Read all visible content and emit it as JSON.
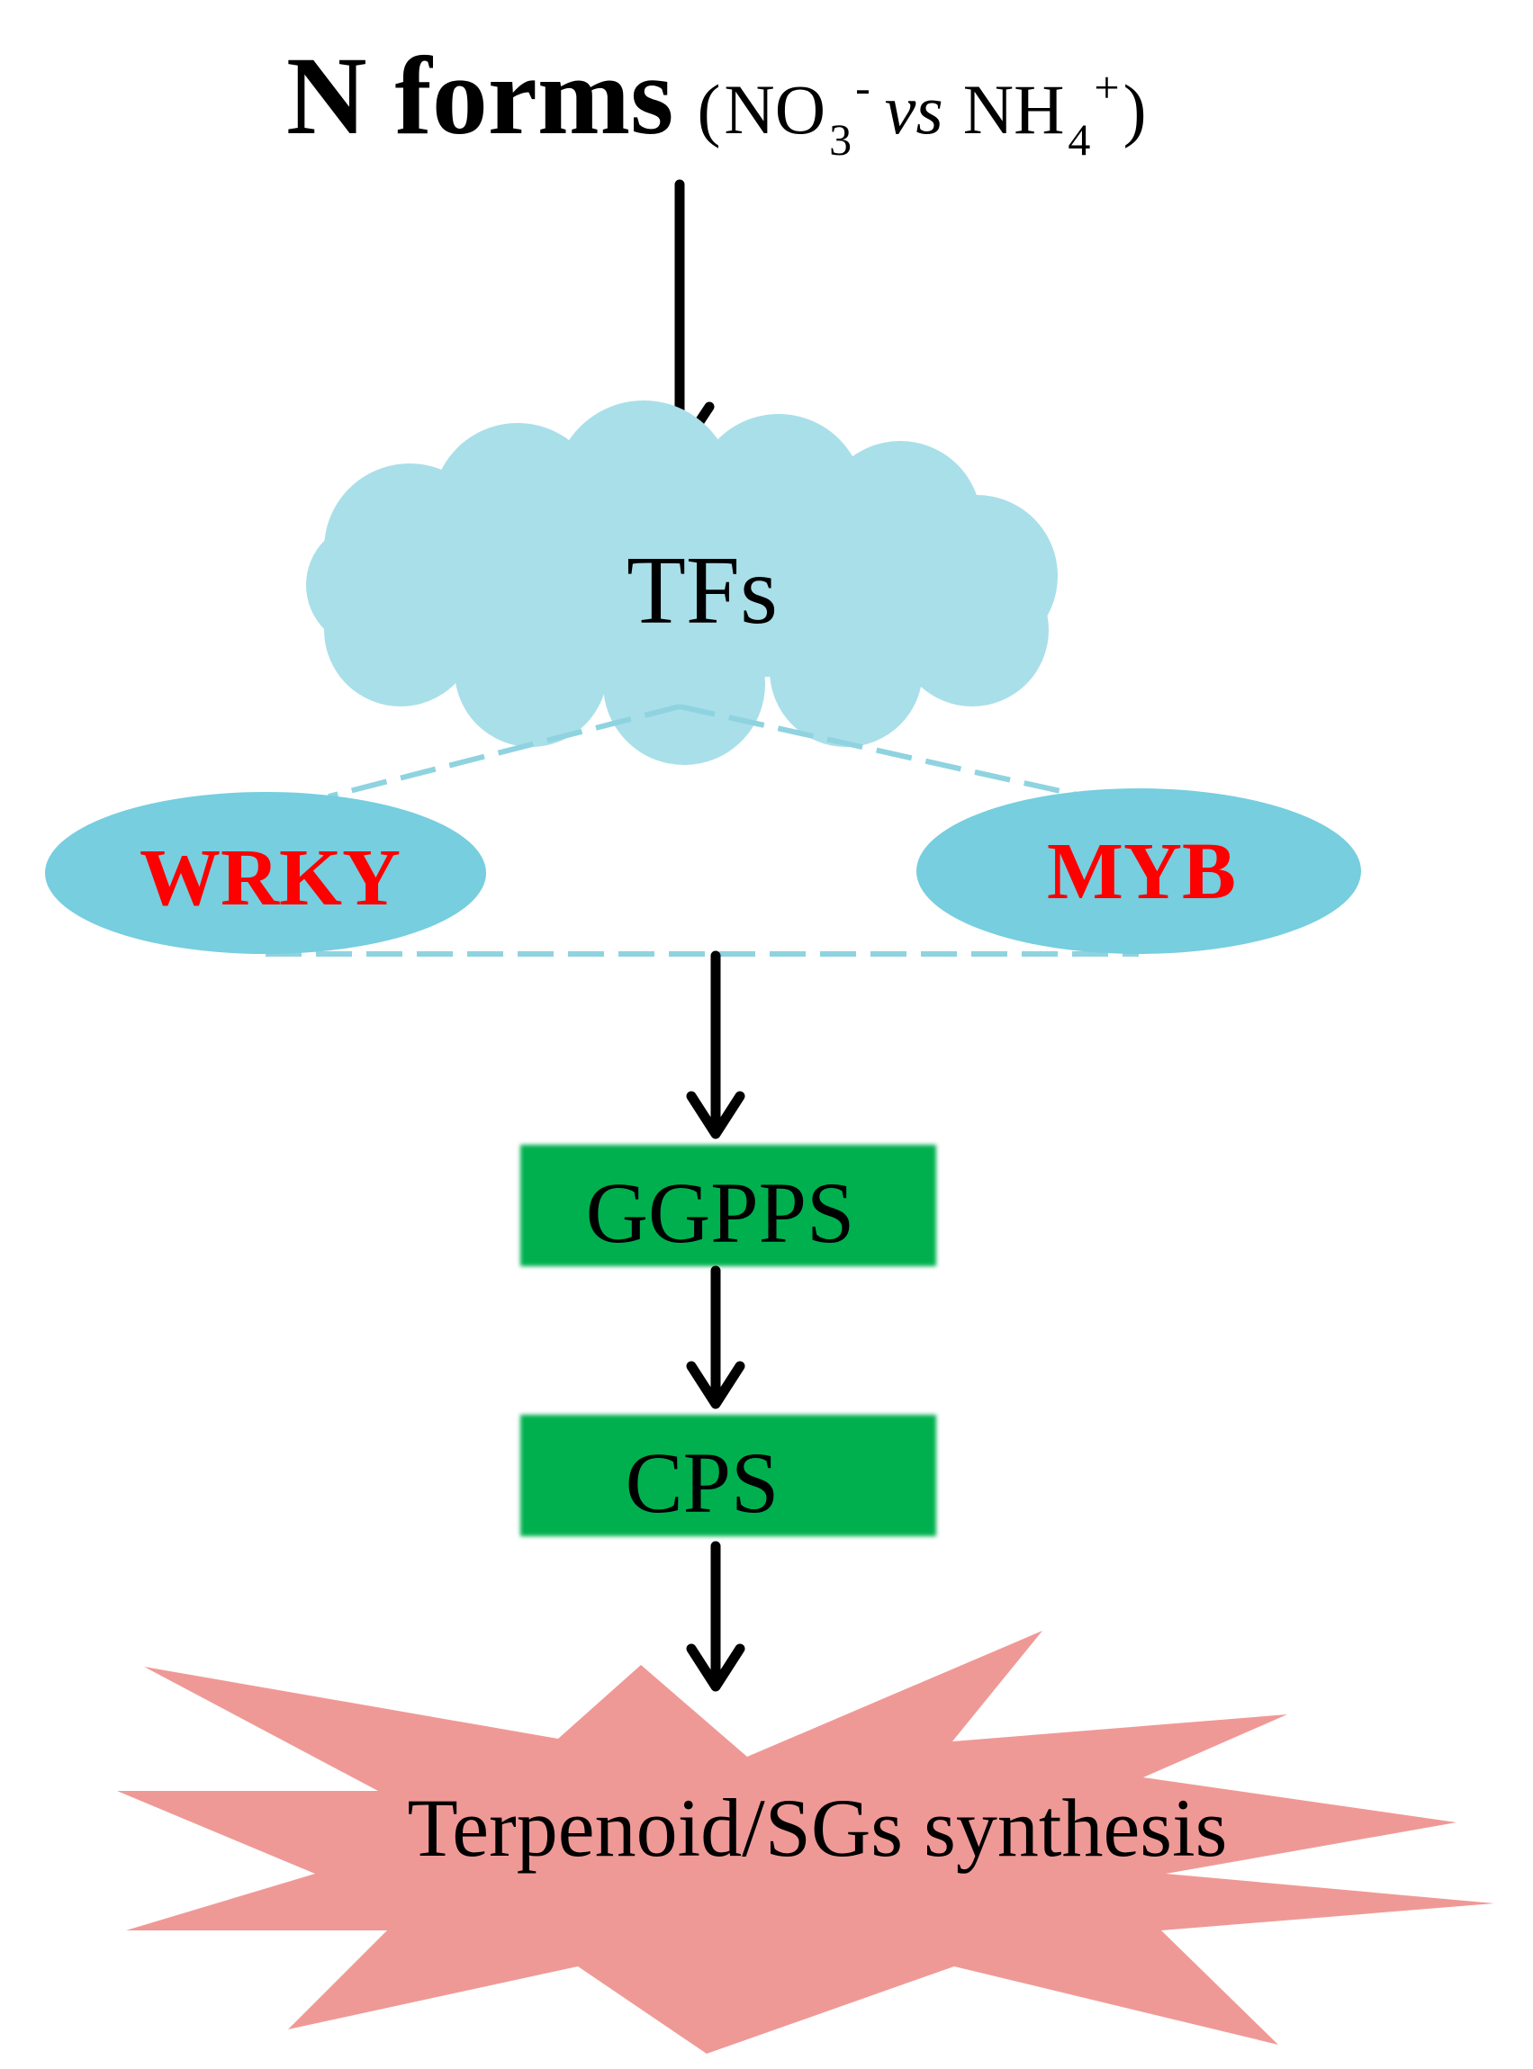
{
  "title": {
    "main": "N forms",
    "open_paren": "(",
    "no": "NO",
    "no_sub": "3",
    "no_sup": "-",
    "vs": "vs",
    "nh": "NH",
    "nh_sub": "4",
    "nh_sup": "+",
    "close_paren": ")"
  },
  "nodes": {
    "tfs": "TFs",
    "wrky": "WRKY",
    "myb": "MYB",
    "ggpps": "GGPPS",
    "cps": "CPS",
    "synthesis": "Terpenoid/SGs synthesis"
  },
  "colors": {
    "cloud": "#a9dfe9",
    "ellipse": "#76cedf",
    "dashed_line": "#8fd3e0",
    "tf_label": "#ff0000",
    "enzyme_box": "#00b050",
    "burst": "#ef9996",
    "arrow": "#000000",
    "text": "#000000"
  }
}
